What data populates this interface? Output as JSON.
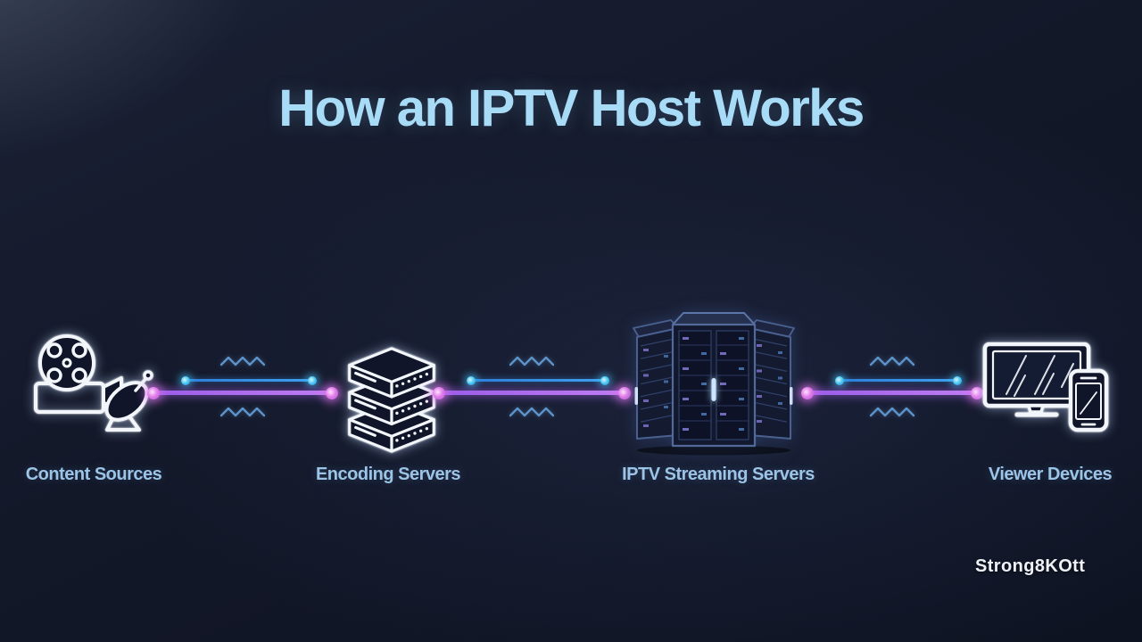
{
  "title": "How an IPTV Host Works",
  "watermark": "Strong8KOtt",
  "flow": {
    "nodes": [
      {
        "id": "content-sources",
        "label": "Content Sources",
        "icon": "film-camera-and-satellite-dish-icon"
      },
      {
        "id": "encoding-servers",
        "label": "Encoding Servers",
        "icon": "stacked-servers-icon"
      },
      {
        "id": "iptv-streaming-servers",
        "label": "IPTV Streaming Servers",
        "icon": "server-racks-icon"
      },
      {
        "id": "viewer-devices",
        "label": "Viewer Devices",
        "icon": "tv-and-smartphone-icon"
      }
    ],
    "links": [
      {
        "from": "content-sources",
        "to": "encoding-servers",
        "style": "dual-stream-with-signal-waves"
      },
      {
        "from": "encoding-servers",
        "to": "iptv-streaming-servers",
        "style": "dual-stream-with-signal-waves"
      },
      {
        "from": "iptv-streaming-servers",
        "to": "viewer-devices",
        "style": "dual-stream-with-signal-waves"
      }
    ]
  },
  "colors": {
    "background": "#10152a",
    "title": "#a8dcf6",
    "label": "#9cc4e6",
    "stream_line_primary": "#b06ef0",
    "stream_dot_primary": "#e07ae8",
    "stream_line_secondary": "#3792e2",
    "stream_dot_secondary": "#45c8f2",
    "signal_wave": "#5e93c9",
    "icon_stroke": "#f2f6fa"
  }
}
